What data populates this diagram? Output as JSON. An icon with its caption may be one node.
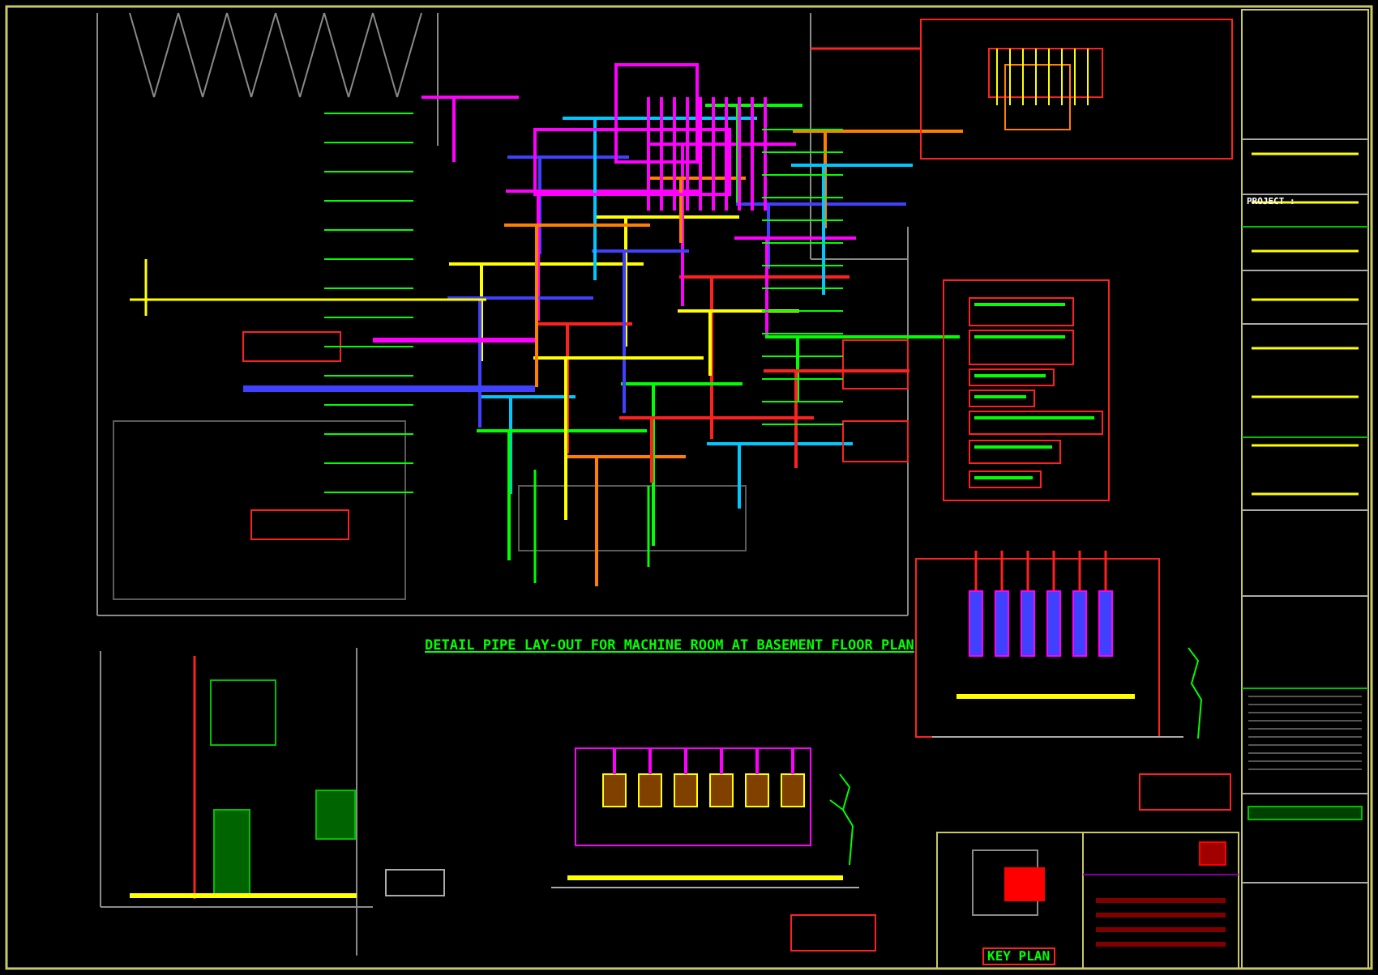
{
  "diagram": {
    "labels": [
      "DETAIL PIPE LAY-OUT FOR MACHINE ROOM AT BASEMENT FLOOR PLAN",
      "KEY PLAN",
      "PROJECT :"
    ]
  }
}
